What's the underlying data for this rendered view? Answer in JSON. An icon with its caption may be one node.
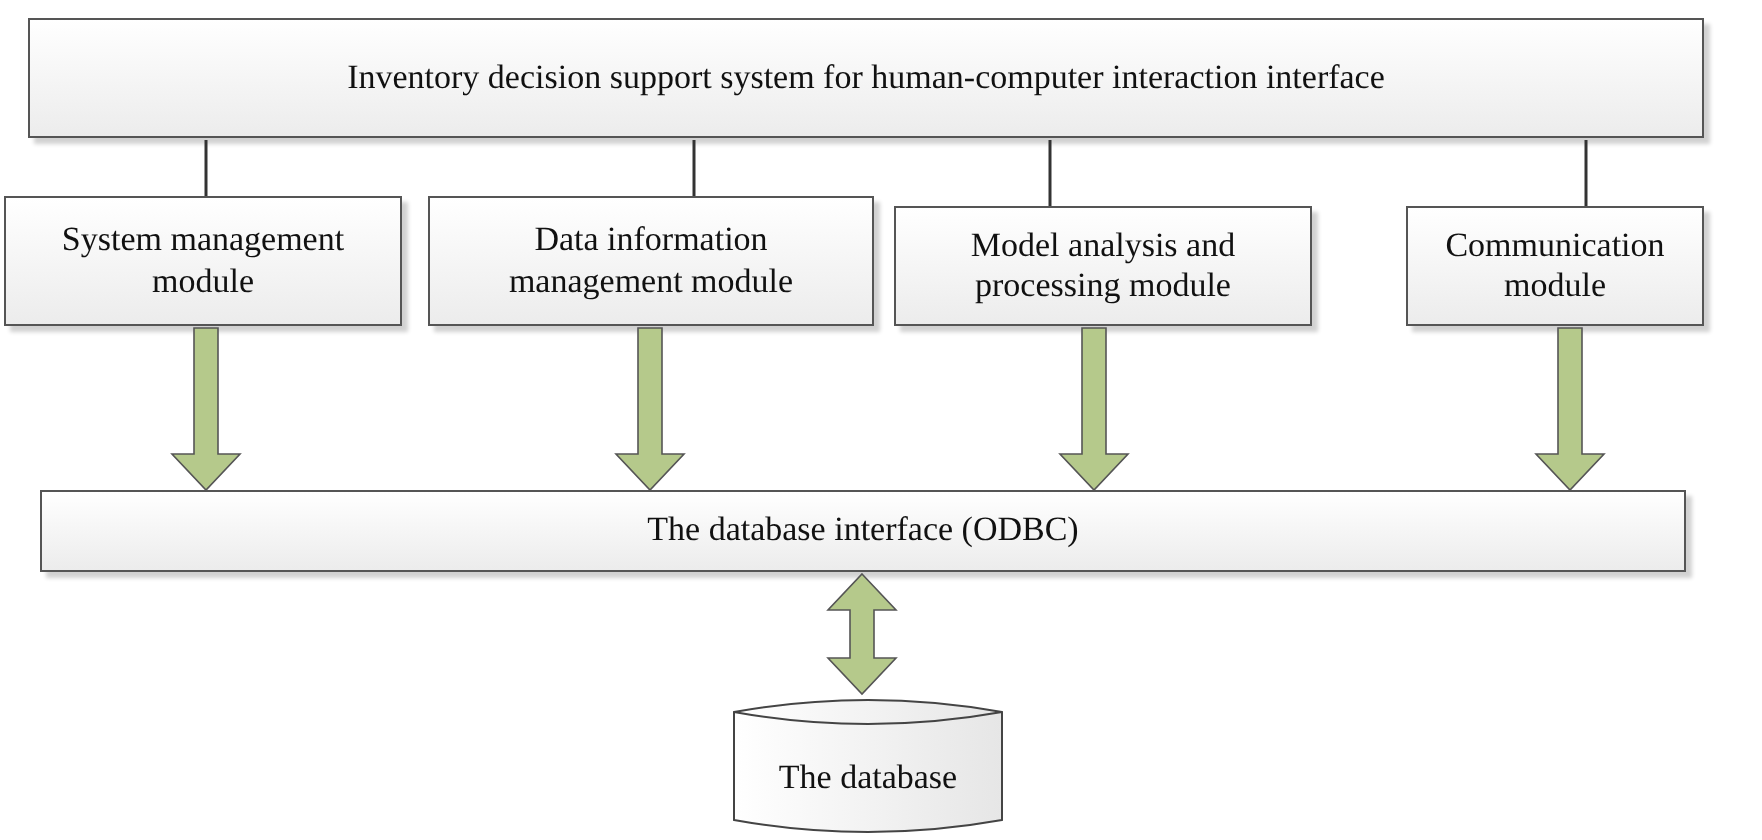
{
  "diagram": {
    "nodes": [
      {
        "text": [
          "Inventory decision support system for human-computer interaction interface"
        ]
      },
      {
        "text": [
          "System management module"
        ]
      },
      {
        "text": [
          "Data information management module"
        ]
      },
      {
        "text": [
          "Model analysis and processing module"
        ]
      },
      {
        "text": [
          "Communication module"
        ]
      },
      {
        "text": [
          "The database interface (ODBC)"
        ]
      },
      {
        "text": [
          "The database"
        ]
      }
    ],
    "edges": [
      {
        "from": 0,
        "to": 1,
        "arrow": "none",
        "color": "#333333"
      },
      {
        "from": 0,
        "to": 2,
        "arrow": "none",
        "color": "#333333"
      },
      {
        "from": 0,
        "to": 3,
        "arrow": "none",
        "color": "#333333"
      },
      {
        "from": 0,
        "to": 4,
        "arrow": "none",
        "color": "#333333"
      },
      {
        "from": 1,
        "to": 5,
        "arrow": "to",
        "style": "thick",
        "color": "#b5c98b"
      },
      {
        "from": 2,
        "to": 5,
        "arrow": "to",
        "style": "thick",
        "color": "#b5c98b"
      },
      {
        "from": 3,
        "to": 5,
        "arrow": "to",
        "style": "thick",
        "color": "#b5c98b"
      },
      {
        "from": 4,
        "to": 5,
        "arrow": "to",
        "style": "thick",
        "color": "#b5c98b"
      },
      {
        "from": 5,
        "to": 6,
        "arrow": "both",
        "style": "thick",
        "color": "#b5c98b"
      }
    ]
  }
}
